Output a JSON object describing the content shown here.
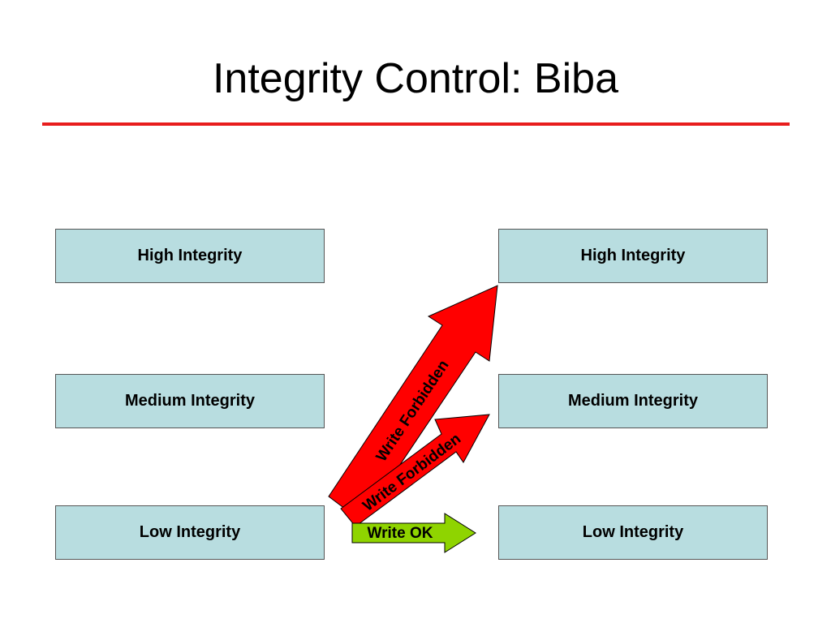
{
  "slide": {
    "title": "Integrity Control: Biba"
  },
  "subjects": [
    {
      "label": "High Integrity"
    },
    {
      "label": "Medium Integrity"
    },
    {
      "label": "Low Integrity"
    }
  ],
  "objects": [
    {
      "label": "High Integrity"
    },
    {
      "label": "Medium Integrity"
    },
    {
      "label": "Low Integrity"
    }
  ],
  "arrows": {
    "low_to_high": {
      "label": "Write Forbidden",
      "color": "#ff0000"
    },
    "low_to_medium": {
      "label": "Write Forbidden",
      "color": "#ff0000"
    },
    "low_to_low": {
      "label": "Write OK",
      "color": "#8fd400"
    }
  },
  "colors": {
    "box_fill": "#b8dde0",
    "rule": "#e81d1d"
  }
}
